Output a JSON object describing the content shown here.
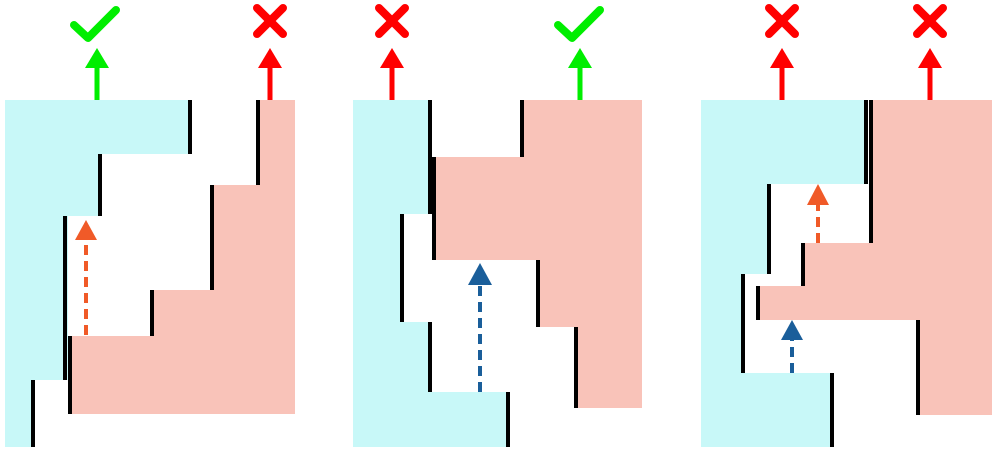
{
  "colors": {
    "region_a": "#c8f8f8",
    "region_b": "#f9c3b9",
    "wall": "#000000",
    "ok": "#00ee00",
    "fail": "#ff0000",
    "arrow_orange": "#f05a28",
    "arrow_blue": "#1a5e9a"
  },
  "panels": [
    {
      "name": "panel-1",
      "outcomes": [
        {
          "name": "left-outcome",
          "result": "check-icon"
        },
        {
          "name": "right-outcome",
          "result": "cross-icon"
        }
      ],
      "hint_arrows": [
        {
          "name": "orange-dashed-arrow",
          "color": "arrow_orange"
        }
      ]
    },
    {
      "name": "panel-2",
      "outcomes": [
        {
          "name": "left-outcome",
          "result": "cross-icon"
        },
        {
          "name": "right-outcome",
          "result": "check-icon"
        }
      ],
      "hint_arrows": [
        {
          "name": "blue-dashed-arrow",
          "color": "arrow_blue"
        }
      ]
    },
    {
      "name": "panel-3",
      "outcomes": [
        {
          "name": "left-outcome",
          "result": "cross-icon"
        },
        {
          "name": "right-outcome",
          "result": "cross-icon"
        }
      ],
      "hint_arrows": [
        {
          "name": "orange-dashed-arrow",
          "color": "arrow_orange"
        },
        {
          "name": "blue-dashed-arrow",
          "color": "arrow_blue"
        }
      ]
    }
  ]
}
